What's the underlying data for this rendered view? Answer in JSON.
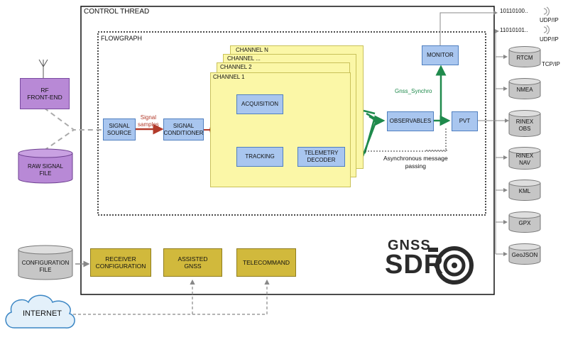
{
  "control_thread": {
    "title": "CONTROL THREAD"
  },
  "flowgraph": {
    "title": "FLOWGRAPH"
  },
  "channels": {
    "labels": [
      "CHANNEL N",
      "CHANNEL ...",
      "CHANNEL 2",
      "CHANNEL 1"
    ]
  },
  "inputs": {
    "rf_front_end": "RF\nFRONT-END",
    "raw_signal_file": "RAW SIGNAL\nFILE",
    "configuration_file": "CONFIGURATION\nFILE",
    "internet": "INTERNET"
  },
  "blocks": {
    "signal_source": "SIGNAL\nSOURCE",
    "signal_conditioner": "SIGNAL\nCONDITIONER",
    "acquisition": "ACQUISITION",
    "tracking": "TRACKING",
    "telemetry_decoder": "TELEMETRY\nDECODER",
    "observables": "OBSERVABLES",
    "monitor": "MONITOR",
    "pvt": "PVT",
    "receiver_configuration": "RECEIVER\nCONFIGURATION",
    "assisted_gnss": "ASSISTED\nGNSS",
    "telecommand": "TELECOMMAND"
  },
  "annotations": {
    "signal_samples": "Signal\nsamples",
    "gnss_synchro": "Gnss_Synchro",
    "async_message": "Asynchronous message\npassing"
  },
  "outputs": {
    "udp1_bits": "10110100..",
    "udp1_label": "UDP/IP",
    "udp2_bits": "11010101..",
    "udp2_label": "UDP/IP",
    "tcp_label": "TCP/IP",
    "rtcm": "RTCM",
    "nmea": "NMEA",
    "rinex_obs": "RINEX\nOBS",
    "rinex_nav": "RINEX\nNAV",
    "kml": "KML",
    "gpx": "GPX",
    "geojson": "GeoJSON"
  },
  "logo": {
    "line1": "GNSS",
    "line2": "SDR"
  },
  "colors": {
    "blue_block": "#a9c6ef",
    "olive_block": "#d1b93c",
    "purple_block": "#b889d6",
    "channel_fill": "#fbf7a7",
    "green_arrow": "#1f8a4c",
    "red_arrow": "#b23a2a"
  }
}
